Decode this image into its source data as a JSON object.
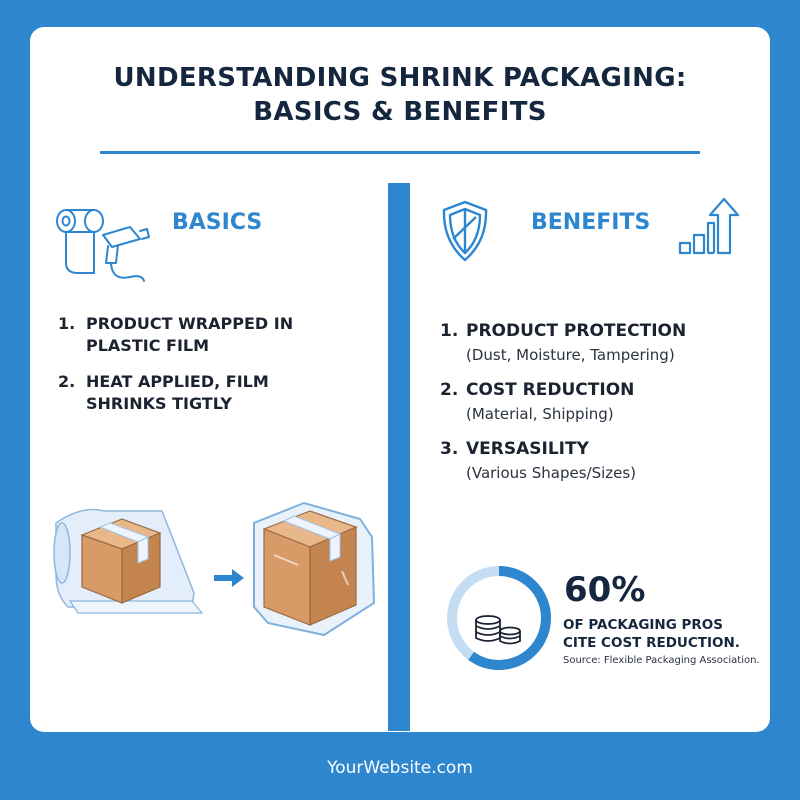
{
  "title": {
    "line1": "UNDERSTANDING SHRINK PACKAGING:",
    "line2": "BASICS & BENEFITS"
  },
  "basics": {
    "heading": "BASICS",
    "icon": "film-roll-heat-gun-icon",
    "items": [
      {
        "num": "1.",
        "line1": "PRODUCT WRAPPED IN",
        "line2": "PLASTIC FILM"
      },
      {
        "num": "2.",
        "line1": "HEAT APPLIED, FILM",
        "line2": "SHRINKS TIGTLY"
      }
    ],
    "illustration": "box-wrapped-then-shrunk-illustration"
  },
  "benefits": {
    "heading": "BENEFITS",
    "icon": "shield-icon",
    "chart_icon": "growth-bar-chart-icon",
    "items": [
      {
        "num": "1.",
        "label": "PRODUCT PROTECTION",
        "detail": "(Dust, Moisture, Tampering)"
      },
      {
        "num": "2.",
        "label": "COST REDUCTION",
        "detail": "(Material, Shipping)"
      },
      {
        "num": "3.",
        "label": "VERSASILITY",
        "detail": "(Various Shapes/Sizes)"
      }
    ]
  },
  "stat": {
    "value": "60%",
    "percent": 60,
    "line1": "OF PACKAGING PROS",
    "line2": "CITE COST REDUCTION.",
    "source": "Source: Flexible Packaging Association.",
    "icon": "coins-icon"
  },
  "footer": "YourWebsite.com",
  "colors": {
    "background": "#2e86cf",
    "accent": "#2e86cf",
    "text_dark": "#15263f",
    "card": "#ffffff",
    "ring_light": "#c5ddf2",
    "box": "#d89b68"
  }
}
